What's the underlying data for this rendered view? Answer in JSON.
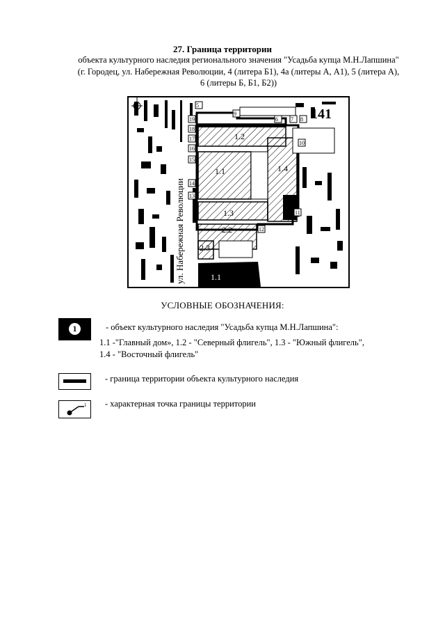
{
  "page": {
    "title": "27. Граница территории",
    "subtitle": "объекта культурного наследия регионального значения \"Усадьба купца М.Н.Лапшина\"\n(г. Городец, ул. Набережная Революции, 4 (литера Б1), 4а (литеры А, А1), 5 (литера А),\n6 (литеры Б, Б1, Б2))"
  },
  "map": {
    "street_label": "ул. Набережная Революции",
    "building_labels": [
      "1.1",
      "1.2",
      "1.3",
      "1.4",
      "2.2",
      "2.3",
      "1.1"
    ],
    "point_labels": [
      "5",
      "6",
      "7",
      "8",
      "9",
      "10",
      "11",
      "12",
      "13",
      "14",
      "15",
      "16",
      "17",
      "18",
      "19"
    ],
    "house_number": "141"
  },
  "legend": {
    "heading": "УСЛОВНЫЕ ОБОЗНАЧЕНИЯ:",
    "object_symbol_number": "1",
    "object_text": "- объект культурного наследия \"Усадьба купца М.Н.Лапшина\":",
    "object_parts": "1.1 -\"Главный дом», 1.2 - \"Северный флигель\", 1.3 - \"Южный флигель\",\n1.4 - \"Восточный флигель\"",
    "boundary_text": "- граница территории объекта культурного наследия",
    "point_text": "- характерная точка границы территории",
    "point_symbol_number": "1"
  }
}
